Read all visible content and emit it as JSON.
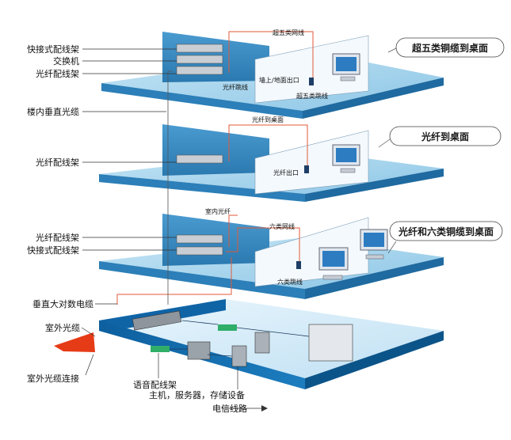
{
  "labels": {
    "patch_quick_top": "快接式配线架",
    "switch": "交换机",
    "fiber_patch_top": "光纤配线架",
    "vertical_fiber": "楼内垂直光缆",
    "fiber_patch_mid": "光纤配线架",
    "fiber_patch_low": "光纤配线架",
    "patch_quick_low": "快接式配线架",
    "vertical_copper": "垂直大对数电缆",
    "outdoor_fiber": "室外光缆",
    "outdoor_fiber_conn": "室外光缆连接",
    "voice_patch": "语音配线架",
    "servers": "主机，服务器，存储设备",
    "telecom": "电信线路"
  },
  "small_labels": {
    "cat5e_line": "超五类网线",
    "fiber_jumper": "光纤跳线",
    "wall_outlet": "墙上/地面出口",
    "cat5e_jumper": "超五类跳线",
    "fiber_to_desk": "光纤到桌面",
    "fiber_outlet": "光纤出口",
    "indoor_fiber": "室内光纤",
    "cat6_line": "六类网线",
    "cat6_jumper": "六类跳线"
  },
  "callouts": {
    "c1": "超五类铜缆到桌面",
    "c2": "光纤到桌面",
    "c3": "光纤和六类铜缆到桌面"
  },
  "colors": {
    "floor_top": "#a9d6ee",
    "floor_edge": "#2c7fb8",
    "wall": "#3d8fc4",
    "cable": "#e05a3a",
    "outdoor": "#e63b17"
  }
}
